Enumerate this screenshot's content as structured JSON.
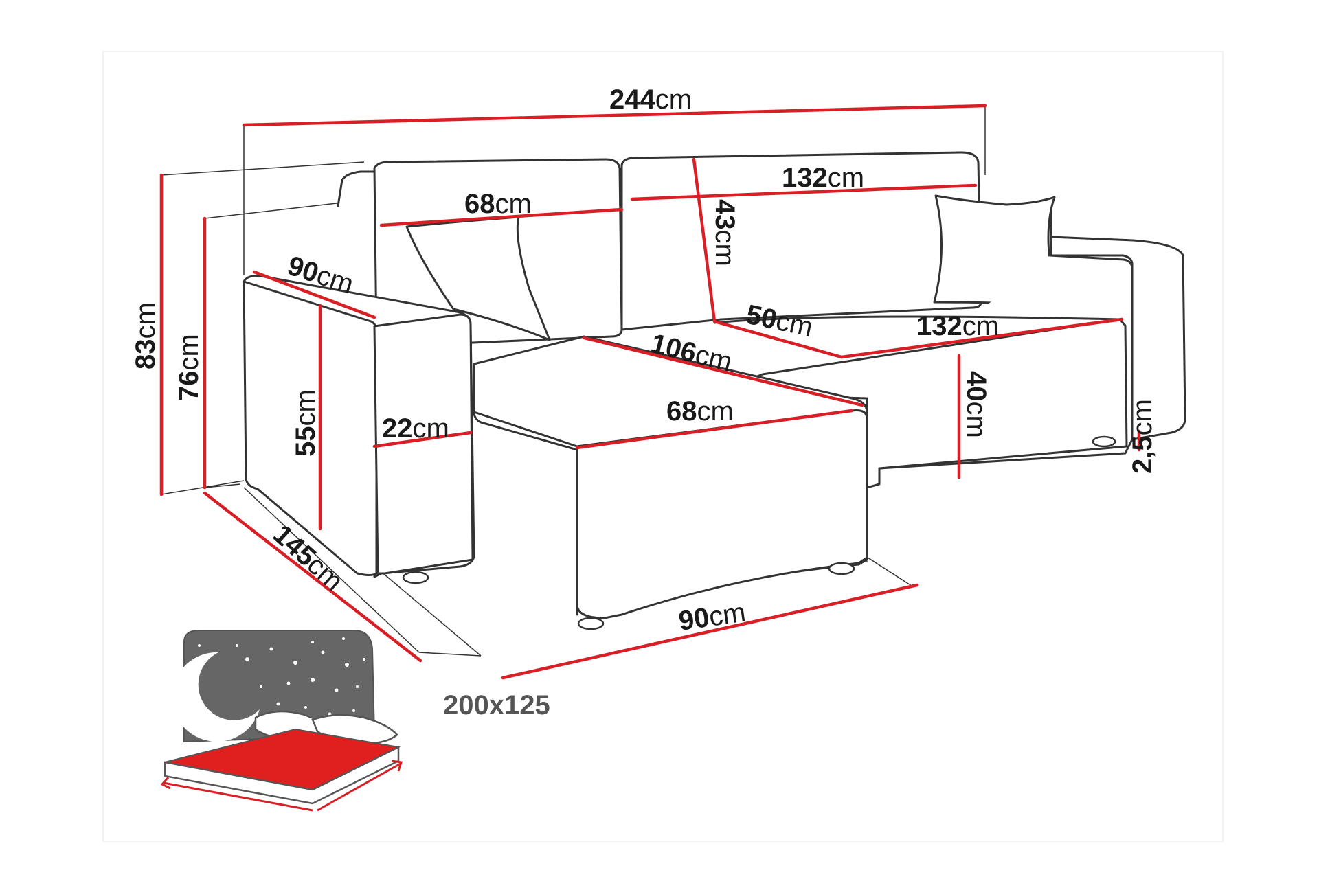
{
  "colors": {
    "dimension_line": "#d91f26",
    "outline": "#333333",
    "bed_panel": "#666666",
    "bed_mattress": "#e0201f",
    "text": "#1a1a1a"
  },
  "unit": "cm",
  "dimensions": {
    "total_width": "244",
    "back_width_right": "132",
    "back_width_left": "68",
    "backrest_height": "43",
    "armrest_depth": "90",
    "total_height": "83",
    "seat_back_height": "76",
    "armrest_height": "55",
    "armrest_width": "22",
    "chaise_inner": "106",
    "chaise_seat_width": "68",
    "seat_depth_right": "50",
    "seat_width_right": "132",
    "seat_height": "40",
    "leg_height": "2,5",
    "chaise_length": "145",
    "chaise_width": "90"
  },
  "bed": {
    "icon": "moon-stars-bed-icon",
    "size_label": "200x125"
  }
}
